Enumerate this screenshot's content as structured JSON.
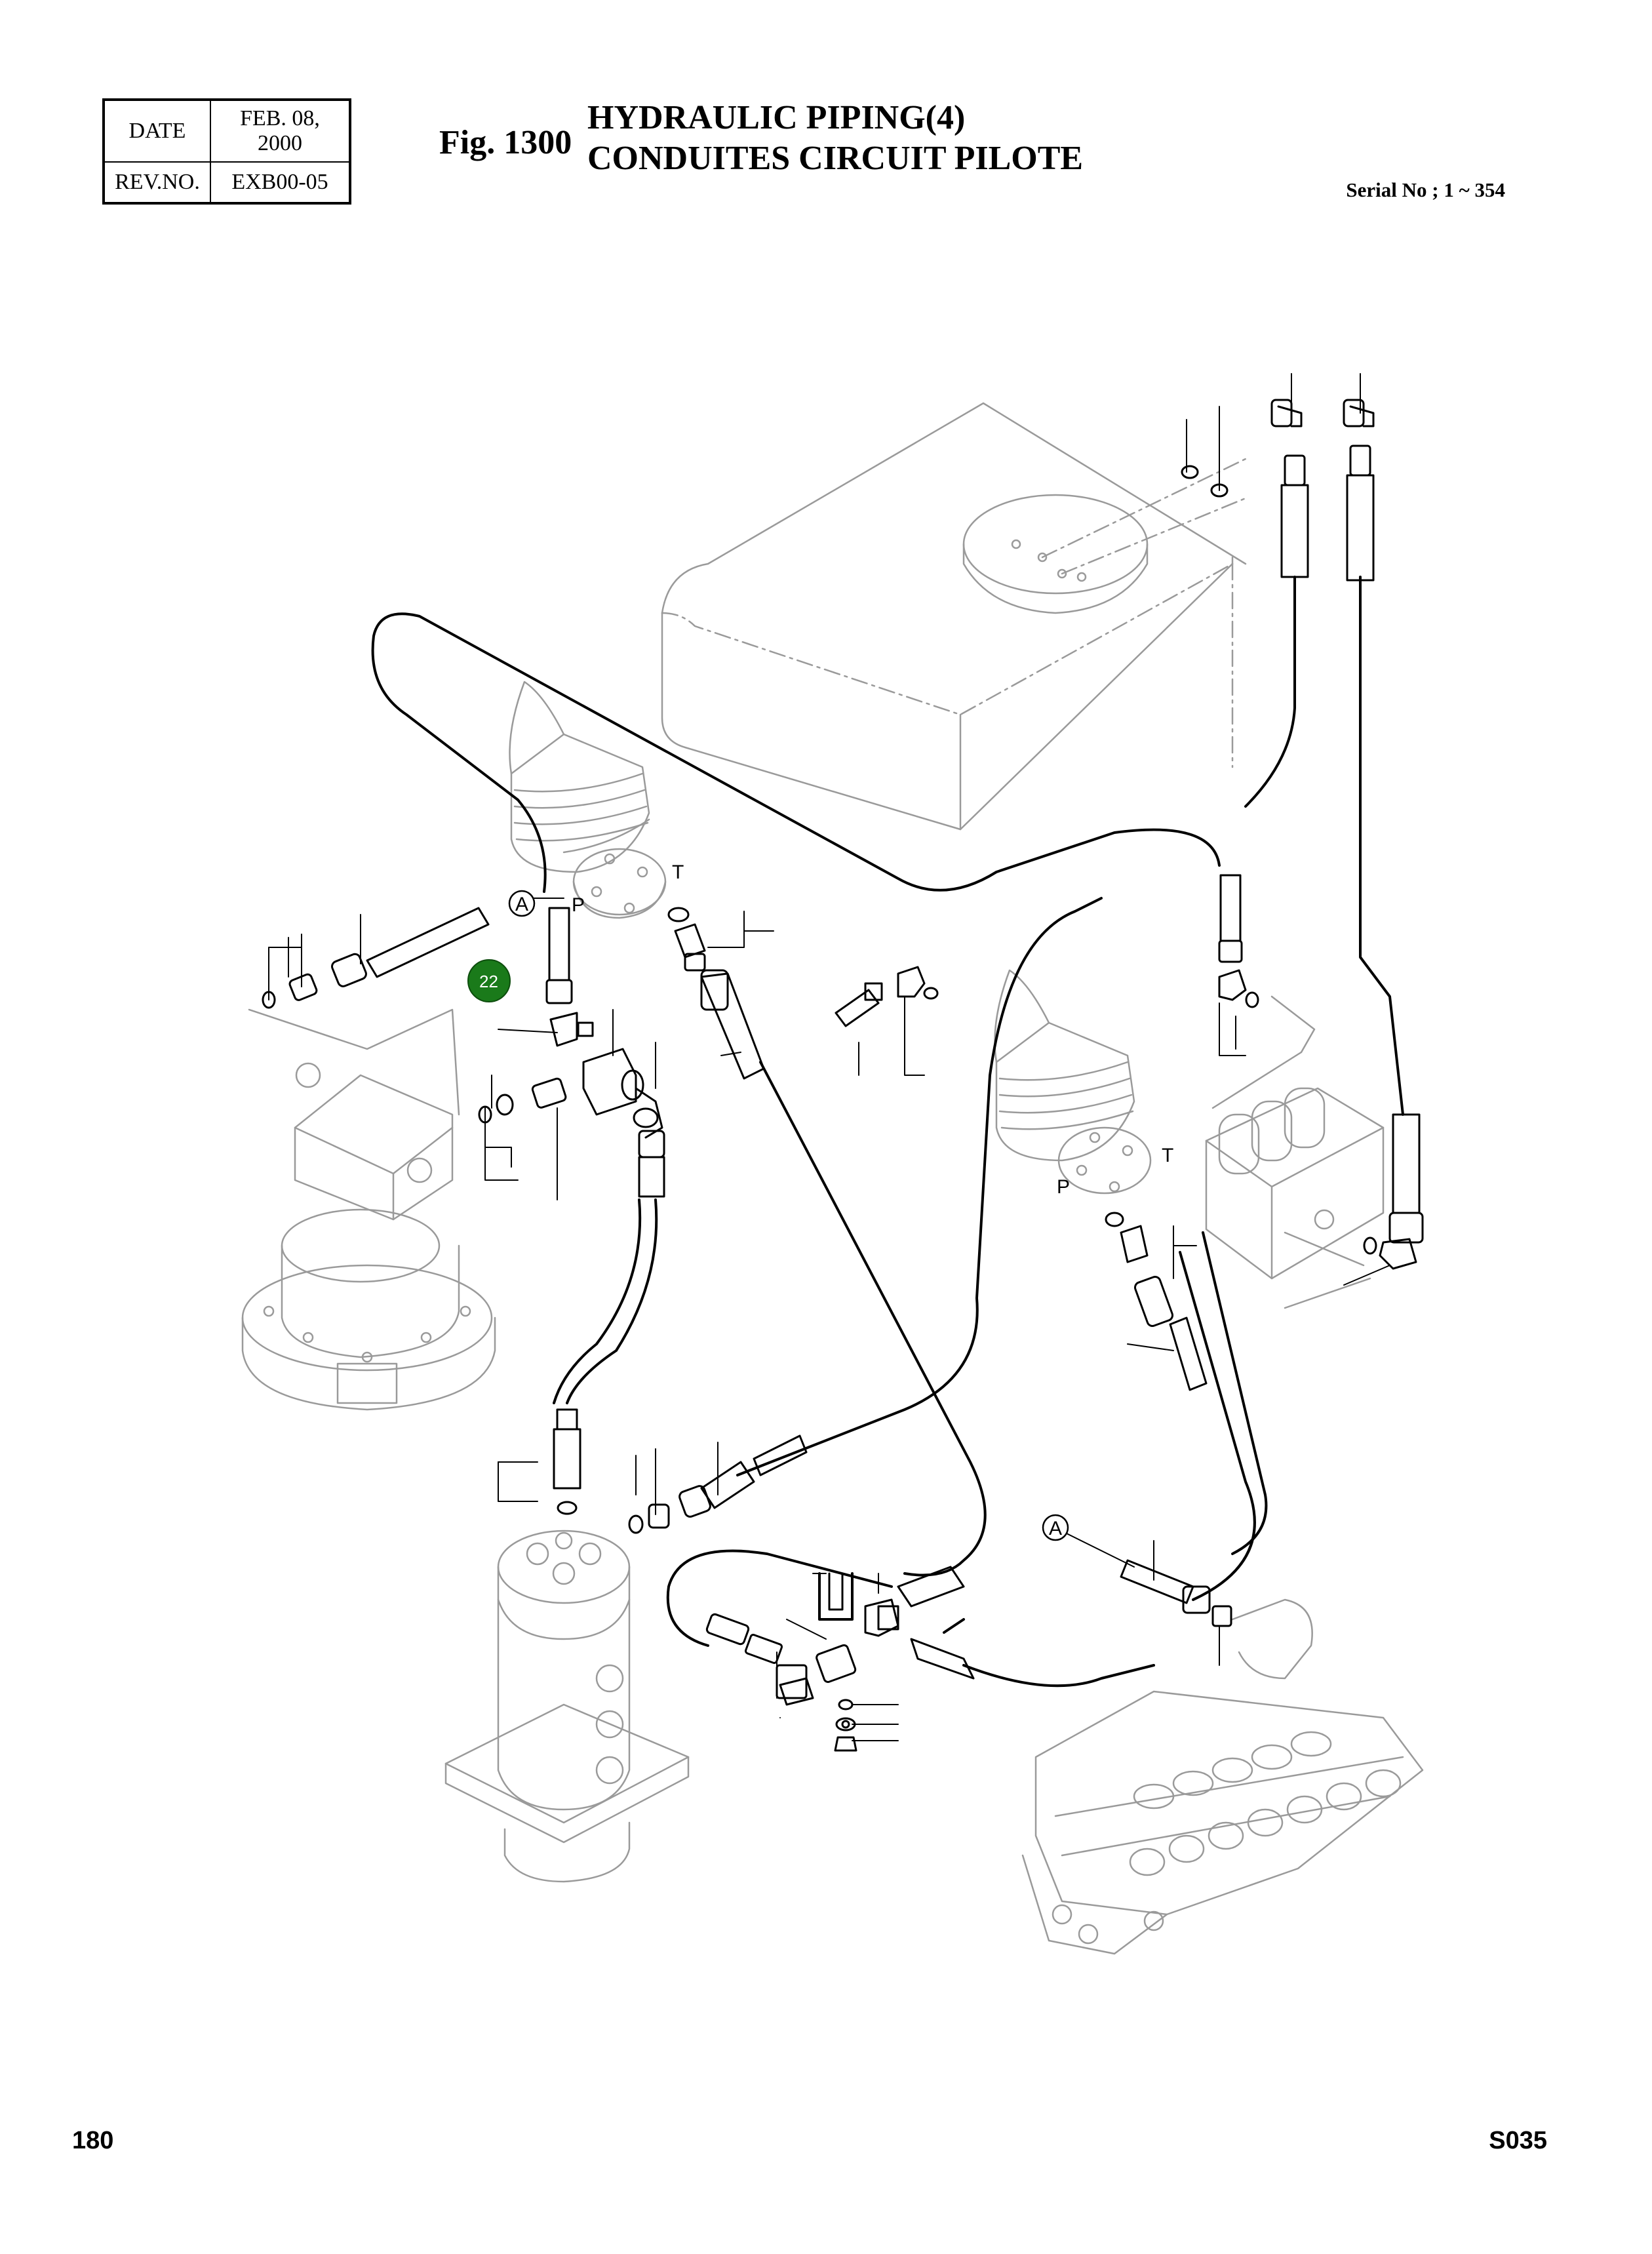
{
  "header": {
    "date_label": "DATE",
    "date_value": "FEB. 08, 2000",
    "rev_label": "REV.NO.",
    "rev_value": "EXB00-05",
    "fig_number": "Fig. 1300",
    "title_line1": "HYDRAULIC PIPING(4)",
    "title_line2": "CONDUITES CIRCUIT PILOTE",
    "serial": "Serial No ; 1 ~ 354"
  },
  "diagram": {
    "port_labels": {
      "a_upper": "A",
      "a_lower": "A",
      "p_upper": "P",
      "t_upper": "T",
      "p_lower": "P",
      "t_lower": "T"
    },
    "callout": {
      "number": "22",
      "color": "#1a7a1a"
    },
    "line_color": "#000000",
    "ghost_color": "#9a9a9a"
  },
  "footer": {
    "page_number": "180",
    "doc_code": "S035"
  }
}
